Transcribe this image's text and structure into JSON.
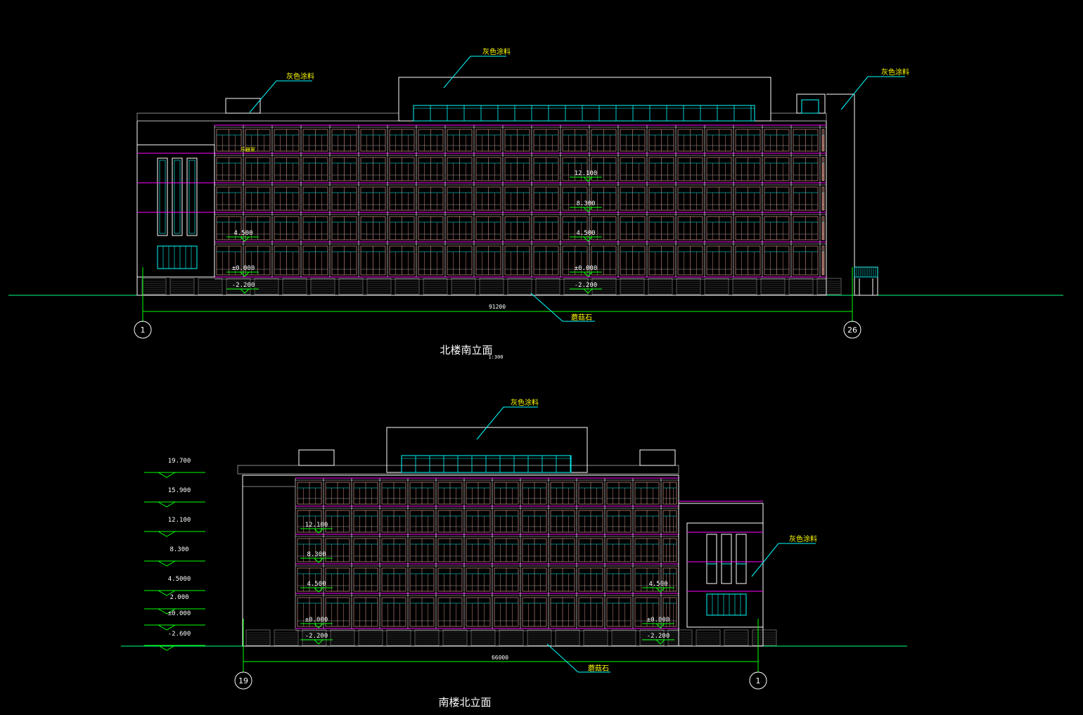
{
  "colors": {
    "background": "#000000",
    "outline": "#ffffff",
    "floor_line": "#ff00ff",
    "window_frame": "#00ffff",
    "window_mullion": "#ffb0a0",
    "ground": "#00ff80",
    "leader": "#00ffff",
    "note": "#ffff00",
    "dim": "#00ff00"
  },
  "top": {
    "title": "北楼南立面",
    "scale": "1:300",
    "overall_dim": "91200",
    "axis_left": "1",
    "axis_right": "26",
    "notes": {
      "roof": "灰色涂料",
      "left": "灰色涂料",
      "right": "灰色涂料",
      "base": "蘑菇石"
    },
    "small_label": "乐器室",
    "levels": {
      "l1": "12.100",
      "l2": "8.300",
      "l3": "4.500",
      "l4": "4.500",
      "l5": "±0.000",
      "l6": "±0.000",
      "l7": "-2.200",
      "l8": "-2.200"
    }
  },
  "bottom": {
    "title": "南楼北立面",
    "overall_dim": "66000",
    "axis_left": "19",
    "axis_right": "1",
    "notes": {
      "roof": "灰色涂料",
      "right": "灰色涂料",
      "base": "蘑菇石"
    },
    "levels": {
      "l1": "12.100",
      "l2": "8.300",
      "l3": "4.500",
      "l4": "4.500",
      "l5": "±0.000",
      "l6": "±0.000",
      "l7": "-2.200",
      "l8": "-2.200"
    },
    "legend": [
      "19.700",
      "15.900",
      "12.100",
      "8.300",
      "4.5000",
      "2.000",
      "±0.000",
      "-2.600"
    ]
  }
}
